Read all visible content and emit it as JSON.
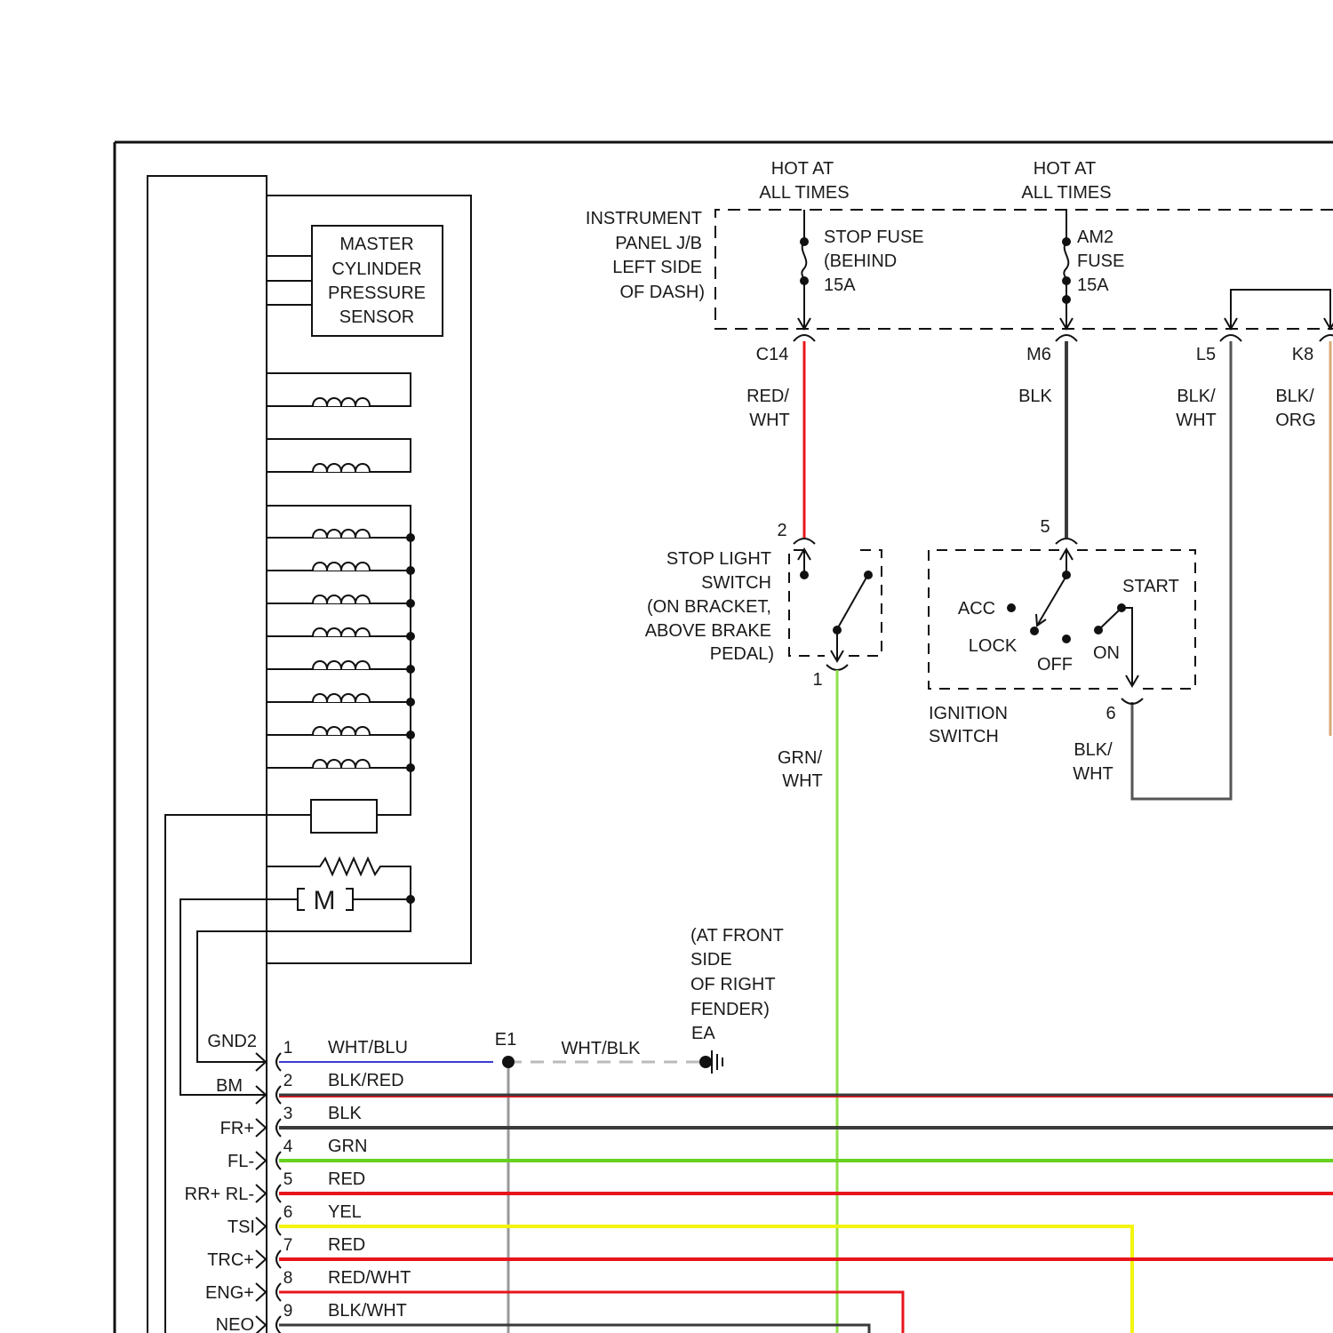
{
  "colors": {
    "outline": "#111111",
    "red": "#e8141c",
    "black": "#3a3a3a",
    "green": "#66d11e",
    "light_green": "#8fe04a",
    "yellow": "#f4f410",
    "blue": "#3b3bd0",
    "gray": "#999999",
    "orange_tan": "#d9a878"
  },
  "power": {
    "hot_left": [
      "HOT AT",
      "ALL TIMES"
    ],
    "hot_right": [
      "HOT AT",
      "ALL TIMES"
    ],
    "junction_block": [
      "INSTRUMENT",
      "PANEL J/B",
      "LEFT SIDE",
      "OF DASH)"
    ],
    "stop_fuse": [
      "STOP FUSE",
      "(BEHIND",
      "15A"
    ],
    "am2_fuse": [
      "AM2",
      "FUSE",
      "15A"
    ]
  },
  "connectors": {
    "c14": "C14",
    "m6": "M6",
    "l5": "L5",
    "k8": "K8",
    "e1": "E1"
  },
  "wires": {
    "red_wht": [
      "RED/",
      "WHT"
    ],
    "blk": "BLK",
    "blk_wht_l5": [
      "BLK/",
      "WHT"
    ],
    "blk_org": [
      "BLK/",
      "ORG"
    ],
    "grn_wht": [
      "GRN/",
      "WHT"
    ],
    "blk_wht_6": [
      "BLK/",
      "WHT"
    ],
    "wht_blk": "WHT/BLK"
  },
  "stop_light_switch": {
    "label": [
      "STOP LIGHT",
      "SWITCH",
      "(ON BRACKET,",
      "ABOVE BRAKE",
      "PEDAL)"
    ],
    "pin_top": "2",
    "pin_bottom": "1"
  },
  "ignition_switch": {
    "label": [
      "IGNITION",
      "SWITCH"
    ],
    "pin_top": "5",
    "pin_bottom": "6",
    "acc": "ACC",
    "lock": "LOCK",
    "off": "OFF",
    "start": "START",
    "on": "ON"
  },
  "sensor": [
    "MASTER",
    "CYLINDER",
    "PRESSURE",
    "SENSOR"
  ],
  "motor": "M",
  "ground": {
    "label": [
      "(AT FRONT",
      "SIDE",
      "OF RIGHT",
      "FENDER)",
      "EA"
    ]
  },
  "harness": {
    "pins": [
      {
        "terminal": "GND2",
        "number": "1",
        "color_label": "WHT/BLU"
      },
      {
        "terminal": "BM",
        "number": "2",
        "color_label": "BLK/RED"
      },
      {
        "terminal": "FR+",
        "number": "3",
        "color_label": "BLK"
      },
      {
        "terminal": "FL-",
        "number": "4",
        "color_label": "GRN"
      },
      {
        "terminal": "RR+ RL-",
        "number": "5",
        "color_label": "RED"
      },
      {
        "terminal": "TSI",
        "number": "6",
        "color_label": "YEL"
      },
      {
        "terminal": "TRC+",
        "number": "7",
        "color_label": "RED"
      },
      {
        "terminal": "ENG+",
        "number": "8",
        "color_label": "RED/WHT"
      },
      {
        "terminal": "NEO",
        "number": "9",
        "color_label": "BLK/WHT"
      }
    ]
  }
}
